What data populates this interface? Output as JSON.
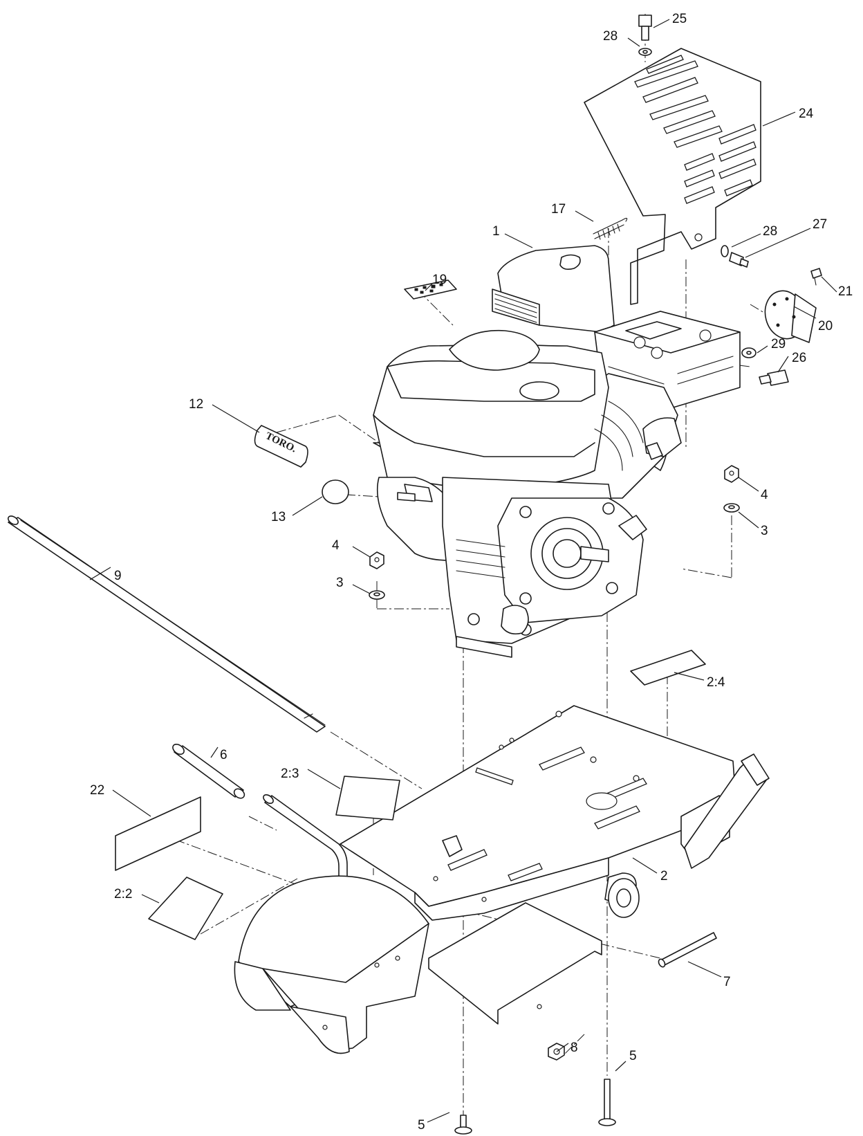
{
  "callouts": [
    {
      "id": "c25",
      "label": "25"
    },
    {
      "id": "c28a",
      "label": "28"
    },
    {
      "id": "c24",
      "label": "24"
    },
    {
      "id": "c17",
      "label": "17"
    },
    {
      "id": "c1",
      "label": "1"
    },
    {
      "id": "c28b",
      "label": "28"
    },
    {
      "id": "c27",
      "label": "27"
    },
    {
      "id": "c19",
      "label": "19"
    },
    {
      "id": "c21",
      "label": "21"
    },
    {
      "id": "c20",
      "label": "20"
    },
    {
      "id": "c29",
      "label": "29"
    },
    {
      "id": "c26",
      "label": "26"
    },
    {
      "id": "c12",
      "label": "12"
    },
    {
      "id": "c4a",
      "label": "4"
    },
    {
      "id": "c13",
      "label": "13"
    },
    {
      "id": "c3a",
      "label": "3"
    },
    {
      "id": "c4b",
      "label": "4"
    },
    {
      "id": "c9",
      "label": "9"
    },
    {
      "id": "c3b",
      "label": "3"
    },
    {
      "id": "c24b",
      "label": "2:4"
    },
    {
      "id": "c6",
      "label": "6"
    },
    {
      "id": "c23",
      "label": "2:3"
    },
    {
      "id": "c22",
      "label": "22"
    },
    {
      "id": "c2",
      "label": "2"
    },
    {
      "id": "c22b",
      "label": "2:2"
    },
    {
      "id": "c7",
      "label": "7"
    },
    {
      "id": "c8",
      "label": "8"
    },
    {
      "id": "c5a",
      "label": "5"
    },
    {
      "id": "c5b",
      "label": "5"
    }
  ],
  "decal_logo": "TORO.",
  "colors": {
    "line": "#1a1a1a",
    "background": "#ffffff"
  }
}
